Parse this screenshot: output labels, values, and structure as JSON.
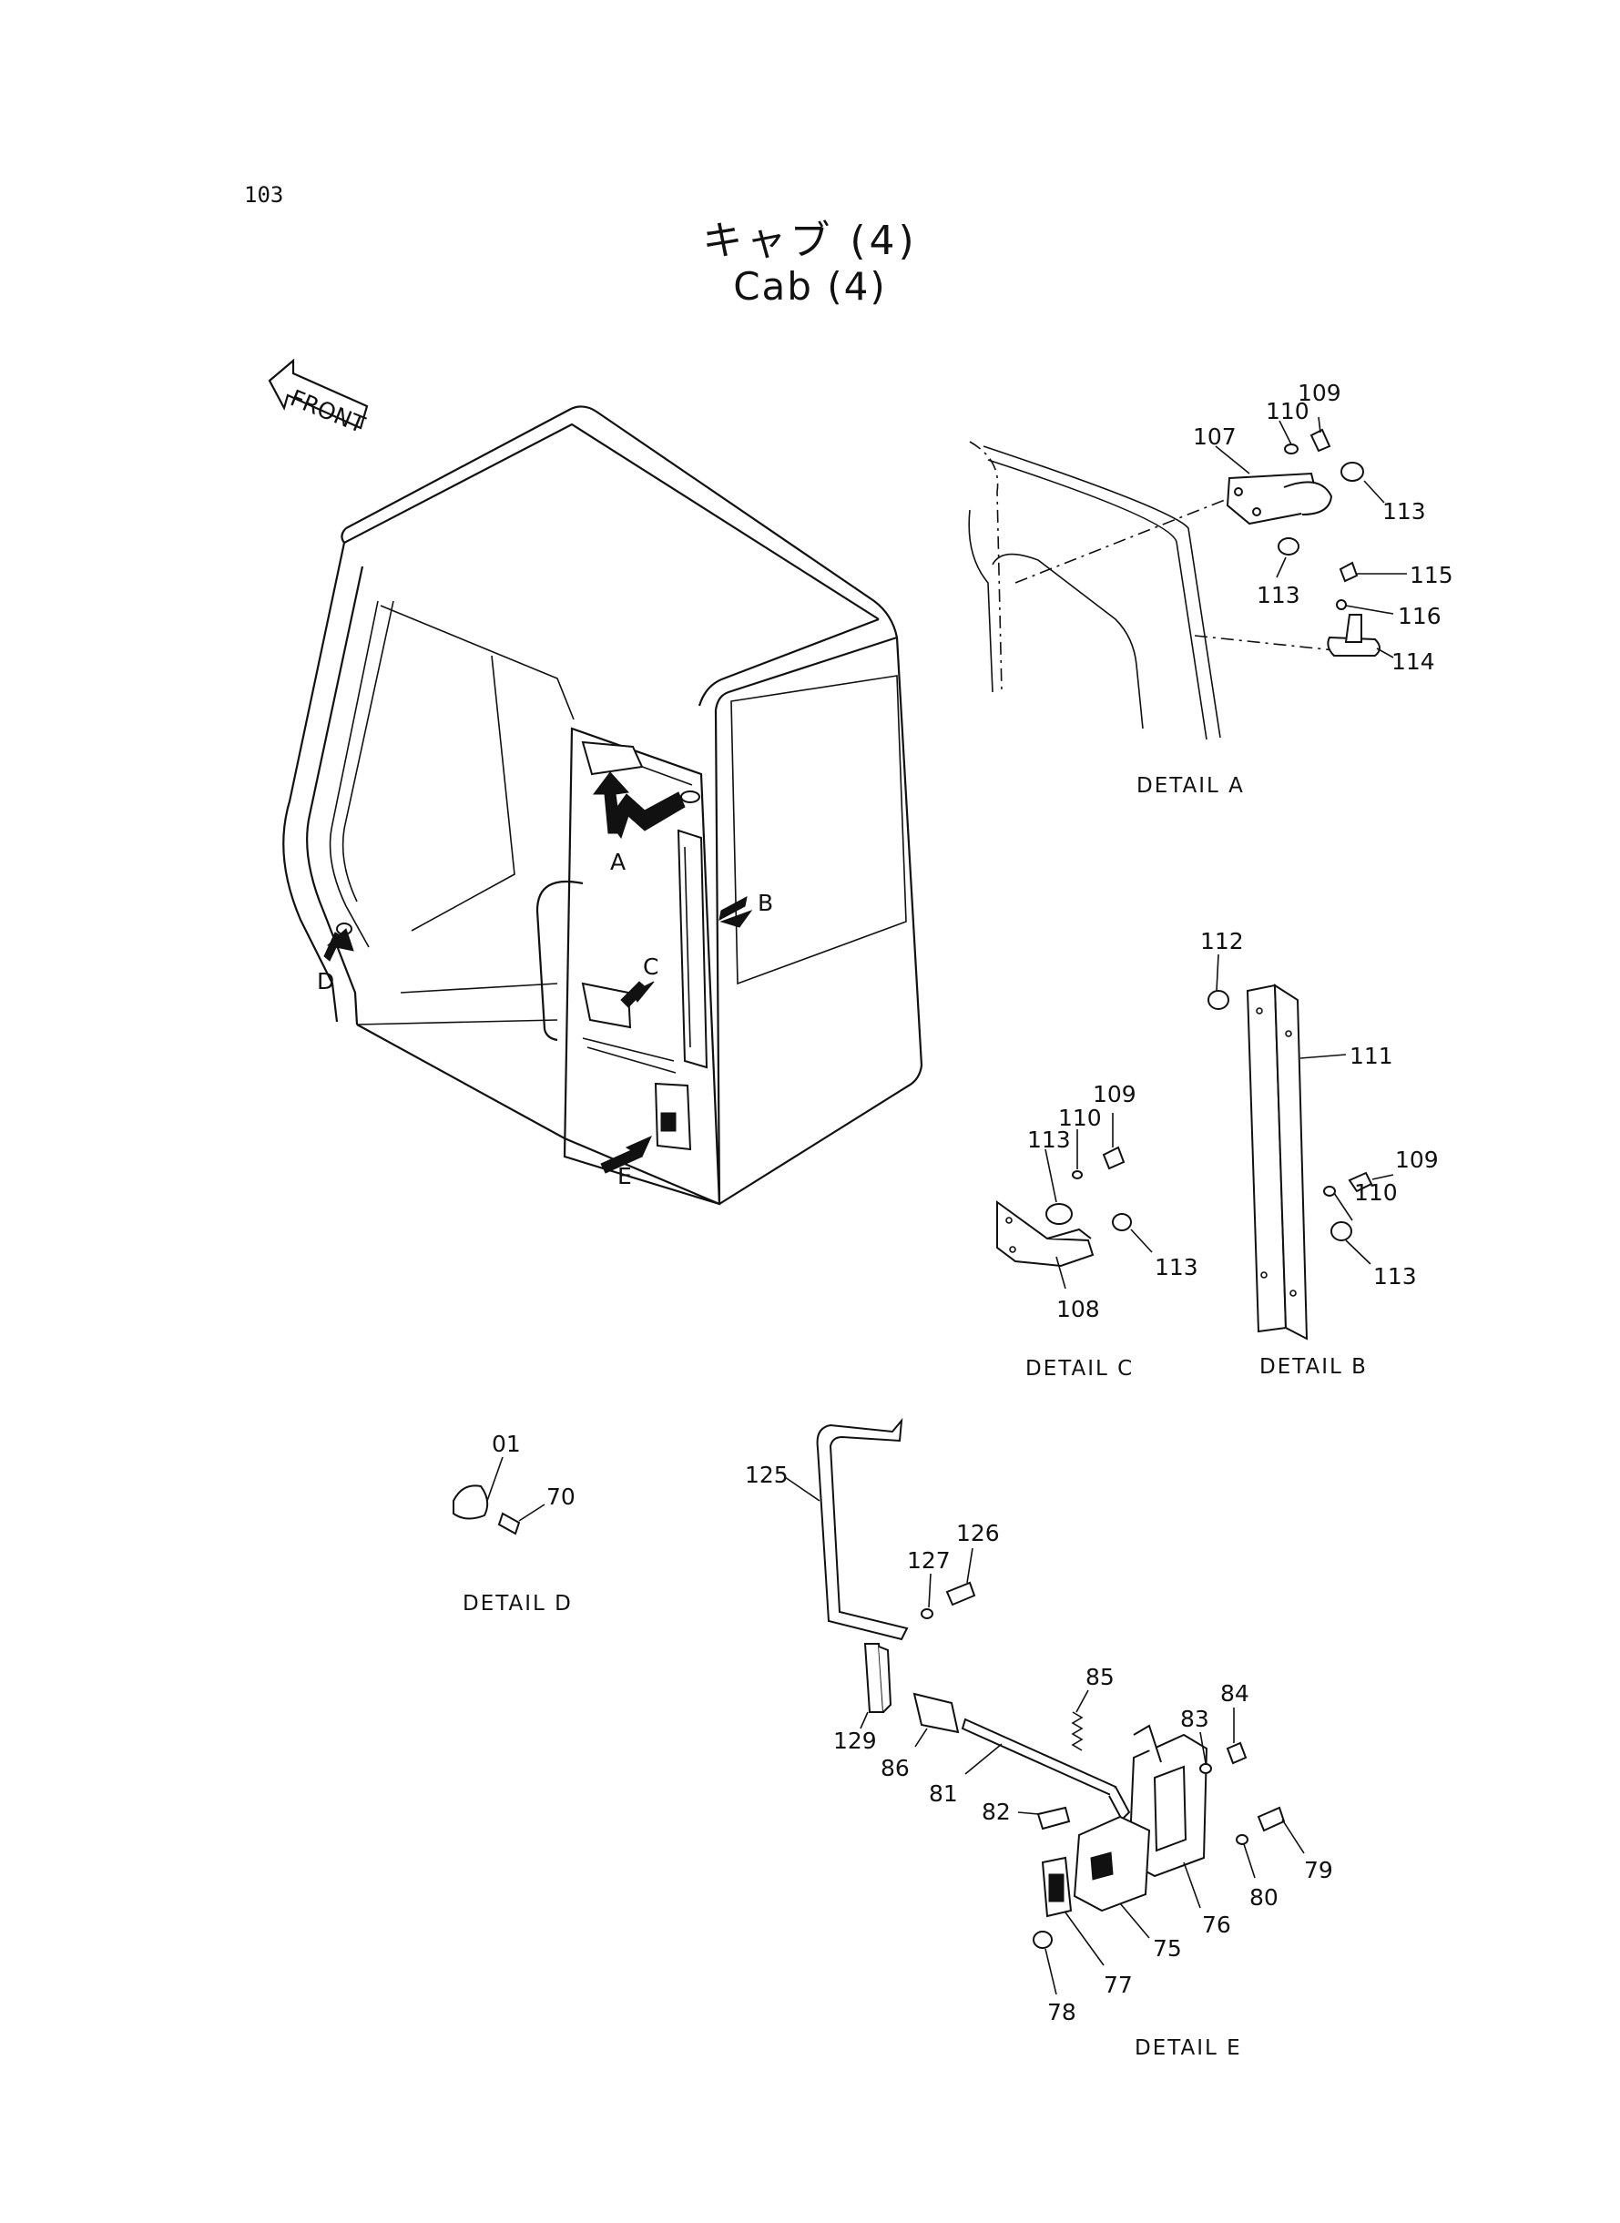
{
  "page": {
    "number": "103"
  },
  "title": {
    "japanese": "キャブ (4)",
    "english": "Cab (4)"
  },
  "direction": {
    "label": "FRONT"
  },
  "callouts": [
    "A",
    "B",
    "C",
    "D",
    "E"
  ],
  "details": {
    "a": {
      "caption": "DETAIL A",
      "parts": [
        "107",
        "109",
        "110",
        "113",
        "113",
        "114",
        "115",
        "116"
      ]
    },
    "b": {
      "caption": "DETAIL B",
      "parts": [
        "111",
        "112",
        "109",
        "110",
        "113"
      ]
    },
    "c": {
      "caption": "DETAIL C",
      "parts": [
        "108",
        "109",
        "110",
        "113",
        "113"
      ]
    },
    "d": {
      "caption": "DETAIL D",
      "parts": [
        "01",
        "70"
      ]
    },
    "e": {
      "caption": "DETAIL E",
      "parts": [
        "125",
        "126",
        "127",
        "129",
        "86",
        "81",
        "85",
        "82",
        "83",
        "84",
        "79",
        "80",
        "76",
        "75",
        "77",
        "78"
      ]
    }
  }
}
